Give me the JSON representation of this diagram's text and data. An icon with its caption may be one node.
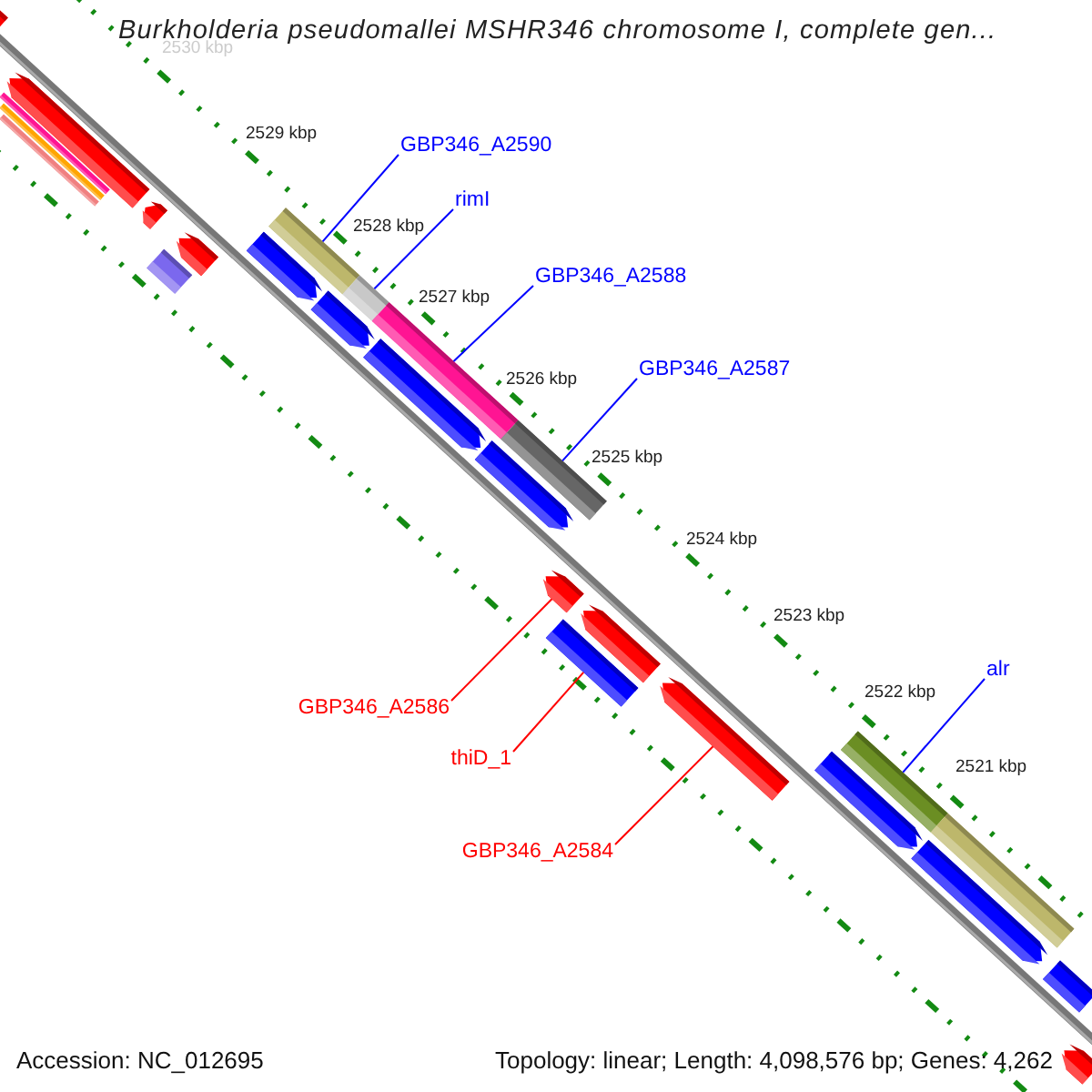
{
  "diagram": {
    "title": "Burkholderia pseudomallei MSHR346 chromosome I, complete gen...",
    "nodes": [
      {
        "text": [
          "GBP346_A2590"
        ]
      },
      {
        "text": [],
        "shape": "bar"
      },
      {
        "text": [
          "rimI"
        ]
      },
      {
        "text": [],
        "shape": "bar"
      },
      {
        "text": [
          "GBP346_A2588"
        ]
      },
      {
        "text": [],
        "shape": "bar"
      },
      {
        "text": [
          "GBP346_A2587"
        ]
      },
      {
        "text": [],
        "shape": "bar"
      },
      {
        "text": [
          "GBP346_A2586"
        ]
      },
      {
        "text": [],
        "shape": "bar"
      },
      {
        "text": [
          "thiD_1"
        ]
      },
      {
        "text": [],
        "shape": "bar"
      },
      {
        "text": [
          "GBP346_A2584"
        ]
      },
      {
        "text": [],
        "shape": "bar"
      },
      {
        "text": [
          "alr"
        ]
      },
      {
        "text": [],
        "shape": "bar"
      },
      {
        "text": [],
        "shape": "bar"
      },
      {
        "text": [],
        "shape": "bar"
      },
      {
        "text": [],
        "shape": "bar"
      },
      {
        "text": [],
        "shape": "bar"
      },
      {
        "text": [],
        "shape": "bar"
      },
      {
        "text": [],
        "shape": "bar"
      },
      {
        "text": [],
        "shape": "bar"
      },
      {
        "text": [],
        "shape": "bar"
      },
      {
        "text": [],
        "shape": "bar"
      },
      {
        "text": [],
        "shape": "bar"
      },
      {
        "text": [],
        "shape": "bar"
      },
      {
        "text": [],
        "shape": "bar"
      },
      {
        "text": [],
        "shape": "bar"
      },
      {
        "text": [],
        "shape": "bar"
      },
      {
        "text": [],
        "shape": "bar"
      },
      {
        "text": [],
        "shape": "bar"
      },
      {
        "text": [],
        "shape": "bar"
      },
      {
        "text": [],
        "shape": "bar"
      }
    ],
    "edges": [
      {
        "from": 0,
        "to": 1,
        "arrow": "none"
      },
      {
        "from": 2,
        "to": 3,
        "arrow": "none"
      },
      {
        "from": 4,
        "to": 5,
        "arrow": "none"
      },
      {
        "from": 6,
        "to": 7,
        "arrow": "none"
      },
      {
        "from": 8,
        "to": 9,
        "arrow": "none",
        "color": "#ff0000"
      },
      {
        "from": 10,
        "to": 28,
        "arrow": "none",
        "color": "#ff0000"
      },
      {
        "from": 12,
        "to": 13,
        "arrow": "none",
        "color": "#ff0000"
      },
      {
        "from": 14,
        "to": 15,
        "arrow": "none"
      }
    ],
    "labels": [
      "2530 kbp",
      "2529 kbp",
      "2528 kbp",
      "2527 kbp",
      "2526 kbp",
      "2525 kbp",
      "2524 kbp",
      "2523 kbp",
      "2522 kbp",
      "2521 kbp",
      "Accession: NC_012695",
      "Topology: linear; Length: 4,098,576 bp; Genes: 4,262"
    ]
  }
}
